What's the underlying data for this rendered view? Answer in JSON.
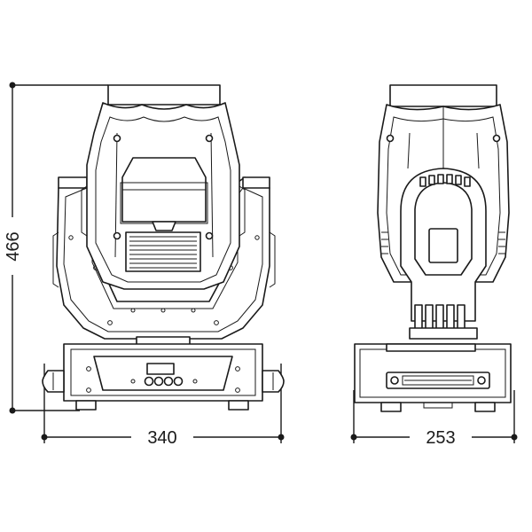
{
  "dimensions": {
    "height": "466",
    "front_width": "340",
    "side_width": "253"
  },
  "colors": {
    "line": "#1a1a1a",
    "background": "#ffffff"
  }
}
